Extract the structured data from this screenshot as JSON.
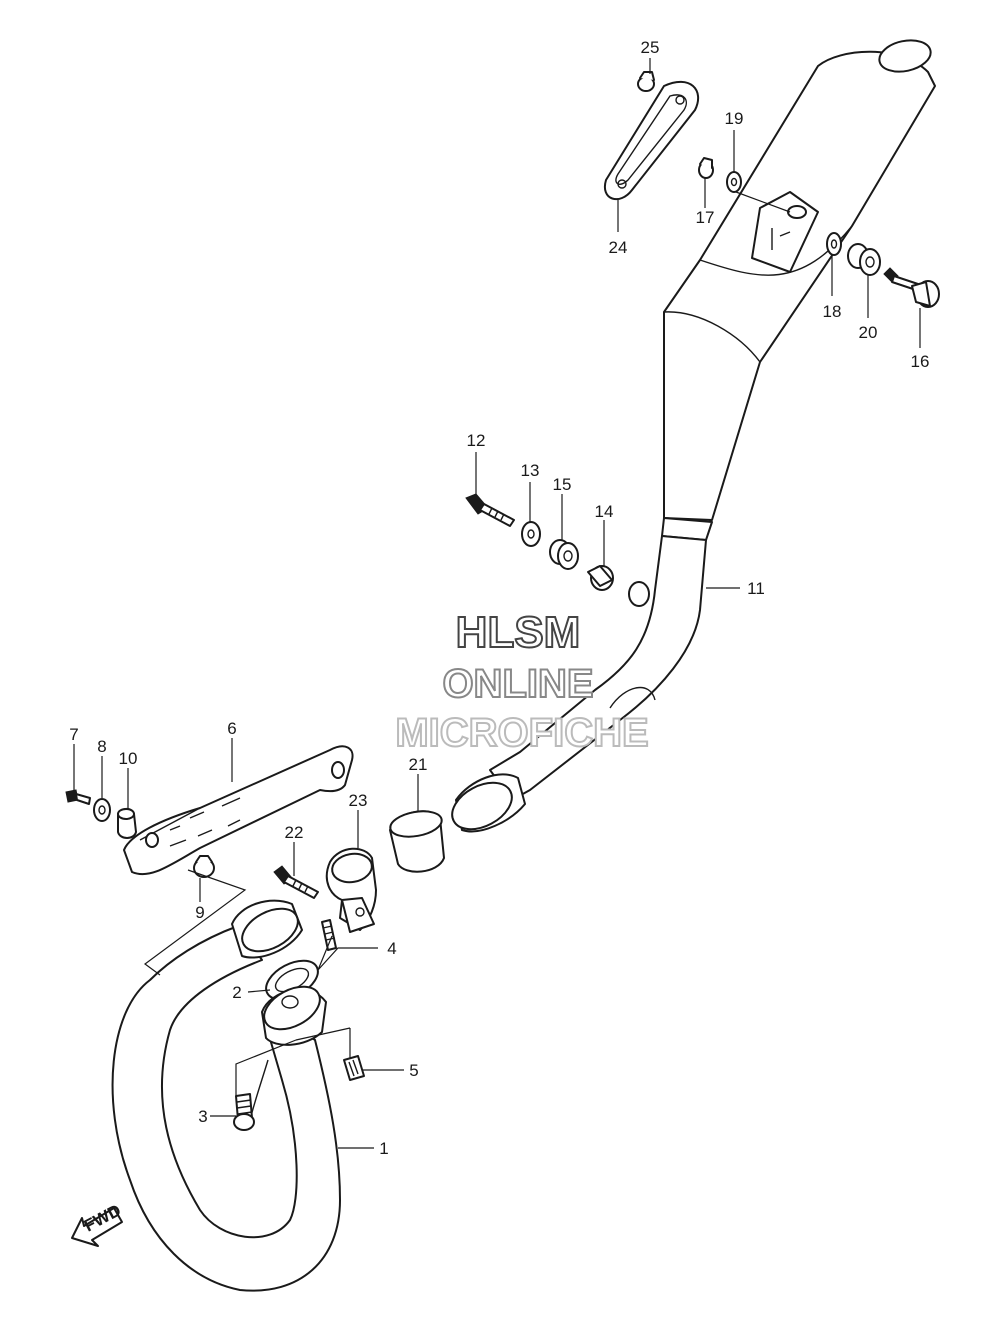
{
  "watermark": {
    "line1": "HLSM",
    "line2": "ONLINE",
    "line3": "MICROFICHE",
    "color_line1": "#444444",
    "color_line2": "#888888",
    "color_line3": "#bbbbbb"
  },
  "direction_label": "FWD",
  "callouts": {
    "p1": "1",
    "p2": "2",
    "p3": "3",
    "p4": "4",
    "p5": "5",
    "p6": "6",
    "p7": "7",
    "p8": "8",
    "p9": "9",
    "p10": "10",
    "p11": "11",
    "p12": "12",
    "p13": "13",
    "p14": "14",
    "p15": "15",
    "p16": "16",
    "p17": "17",
    "p18": "18",
    "p19": "19",
    "p20": "20",
    "p21": "21",
    "p22": "22",
    "p23": "23",
    "p24": "24",
    "p25": "25"
  }
}
